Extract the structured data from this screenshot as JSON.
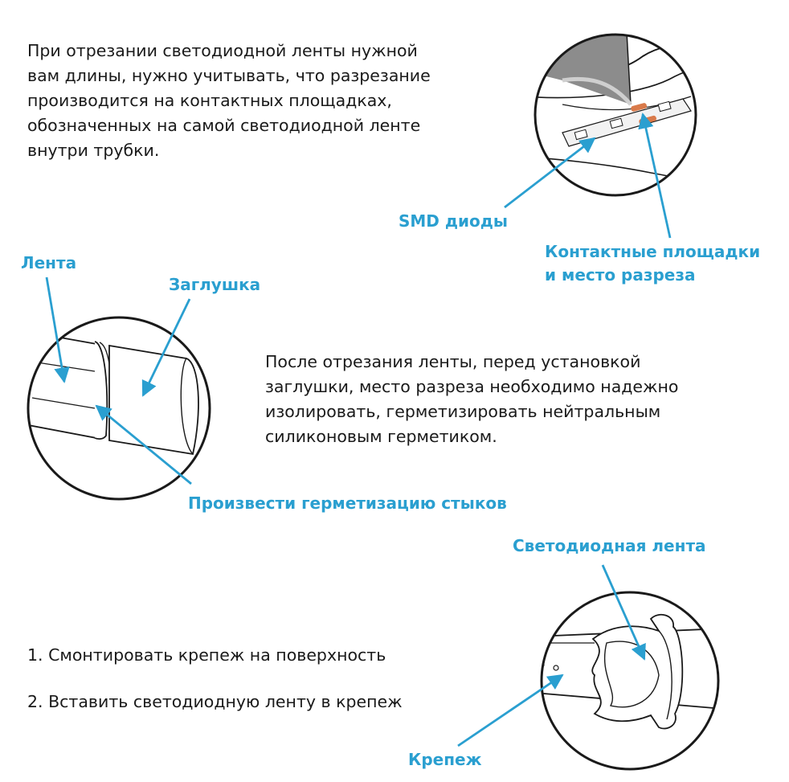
{
  "colors": {
    "accent": "#2a9fd0",
    "text": "#1a1a1a",
    "outline": "#1a1a1a",
    "pad": "#d97a4a"
  },
  "section1": {
    "text_lines": [
      "При отрезании светодиодной ленты нужной",
      "вам длины, нужно учитывать, что разрезание",
      "производится на контактных площадках,",
      "обозначенных на самой светодиодной ленте",
      "внутри трубки."
    ],
    "label_smd": "SMD диоды",
    "label_pads": [
      "Контактные площадки",
      "и место разреза"
    ]
  },
  "section2": {
    "label_tape": "Лента",
    "label_cap": "Заглушка",
    "text_lines": [
      "После отрезания ленты, перед установкой",
      "заглушки, место разреза необходимо надежно",
      "изолировать, герметизировать нейтральным",
      "силиконовым герметиком."
    ],
    "label_seal": "Произвести герметизацию стыков"
  },
  "section3": {
    "label_led_tape": "Светодиодная лента",
    "steps": [
      "1. Смонтировать крепеж на поверхность",
      "2. Вставить светодиодную ленту в крепеж"
    ],
    "label_mount": "Крепеж"
  }
}
